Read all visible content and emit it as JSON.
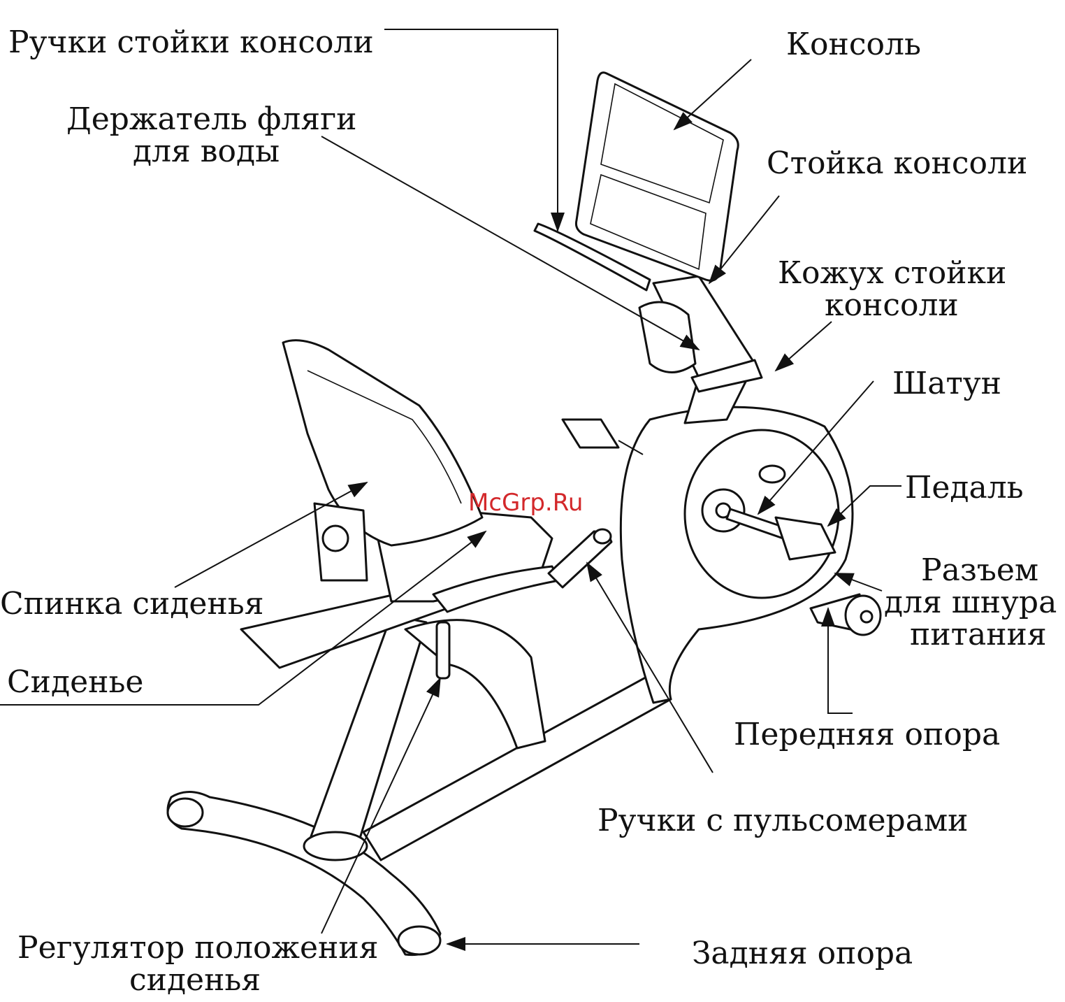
{
  "labels": {
    "console_handles": "Ручки стойки консоли",
    "console": "Консоль",
    "bottle_holder_1": "Держатель фляги",
    "bottle_holder_2": "для воды",
    "console_mast": "Стойка консоли",
    "mast_cover_1": "Кожух стойки",
    "mast_cover_2": "консоли",
    "crank": "Шатун",
    "pedal": "Педаль",
    "seat_back": "Спинка сиденья",
    "power_1": "Разъем",
    "power_2": "для шнура",
    "power_3": "питания",
    "seat": "Сиденье",
    "front_stabilizer": "Передняя опора",
    "pulse_grips": "Ручки с пульсомерами",
    "seat_adjuster_1": "Регулятор положения",
    "seat_adjuster_2": "сиденья",
    "rear_stabilizer": "Задняя опора"
  },
  "watermark": "McGrp.Ru",
  "colors": {
    "watermark": "#d3282b"
  }
}
